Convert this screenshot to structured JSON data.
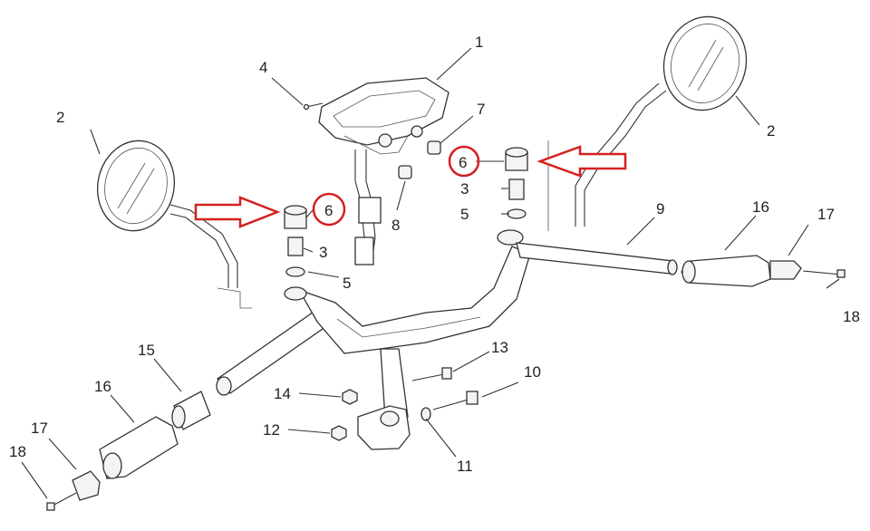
{
  "labels": {
    "l1": "1",
    "l2a": "2",
    "l2b": "2",
    "l3a": "3",
    "l3b": "3",
    "l4": "4",
    "l5a": "5",
    "l5b": "5",
    "l6a": "6",
    "l6b": "6",
    "l7": "7",
    "l8": "8",
    "l9": "9",
    "l10": "10",
    "l11": "11",
    "l12": "12",
    "l13": "13",
    "l14": "14",
    "l15": "15",
    "l16a": "16",
    "l16b": "16",
    "l17a": "17",
    "l17b": "17",
    "l18a": "18",
    "l18b": "18"
  },
  "colors": {
    "highlight": "#d42020",
    "ink": "#333333"
  },
  "highlighted_parts": [
    "6"
  ]
}
